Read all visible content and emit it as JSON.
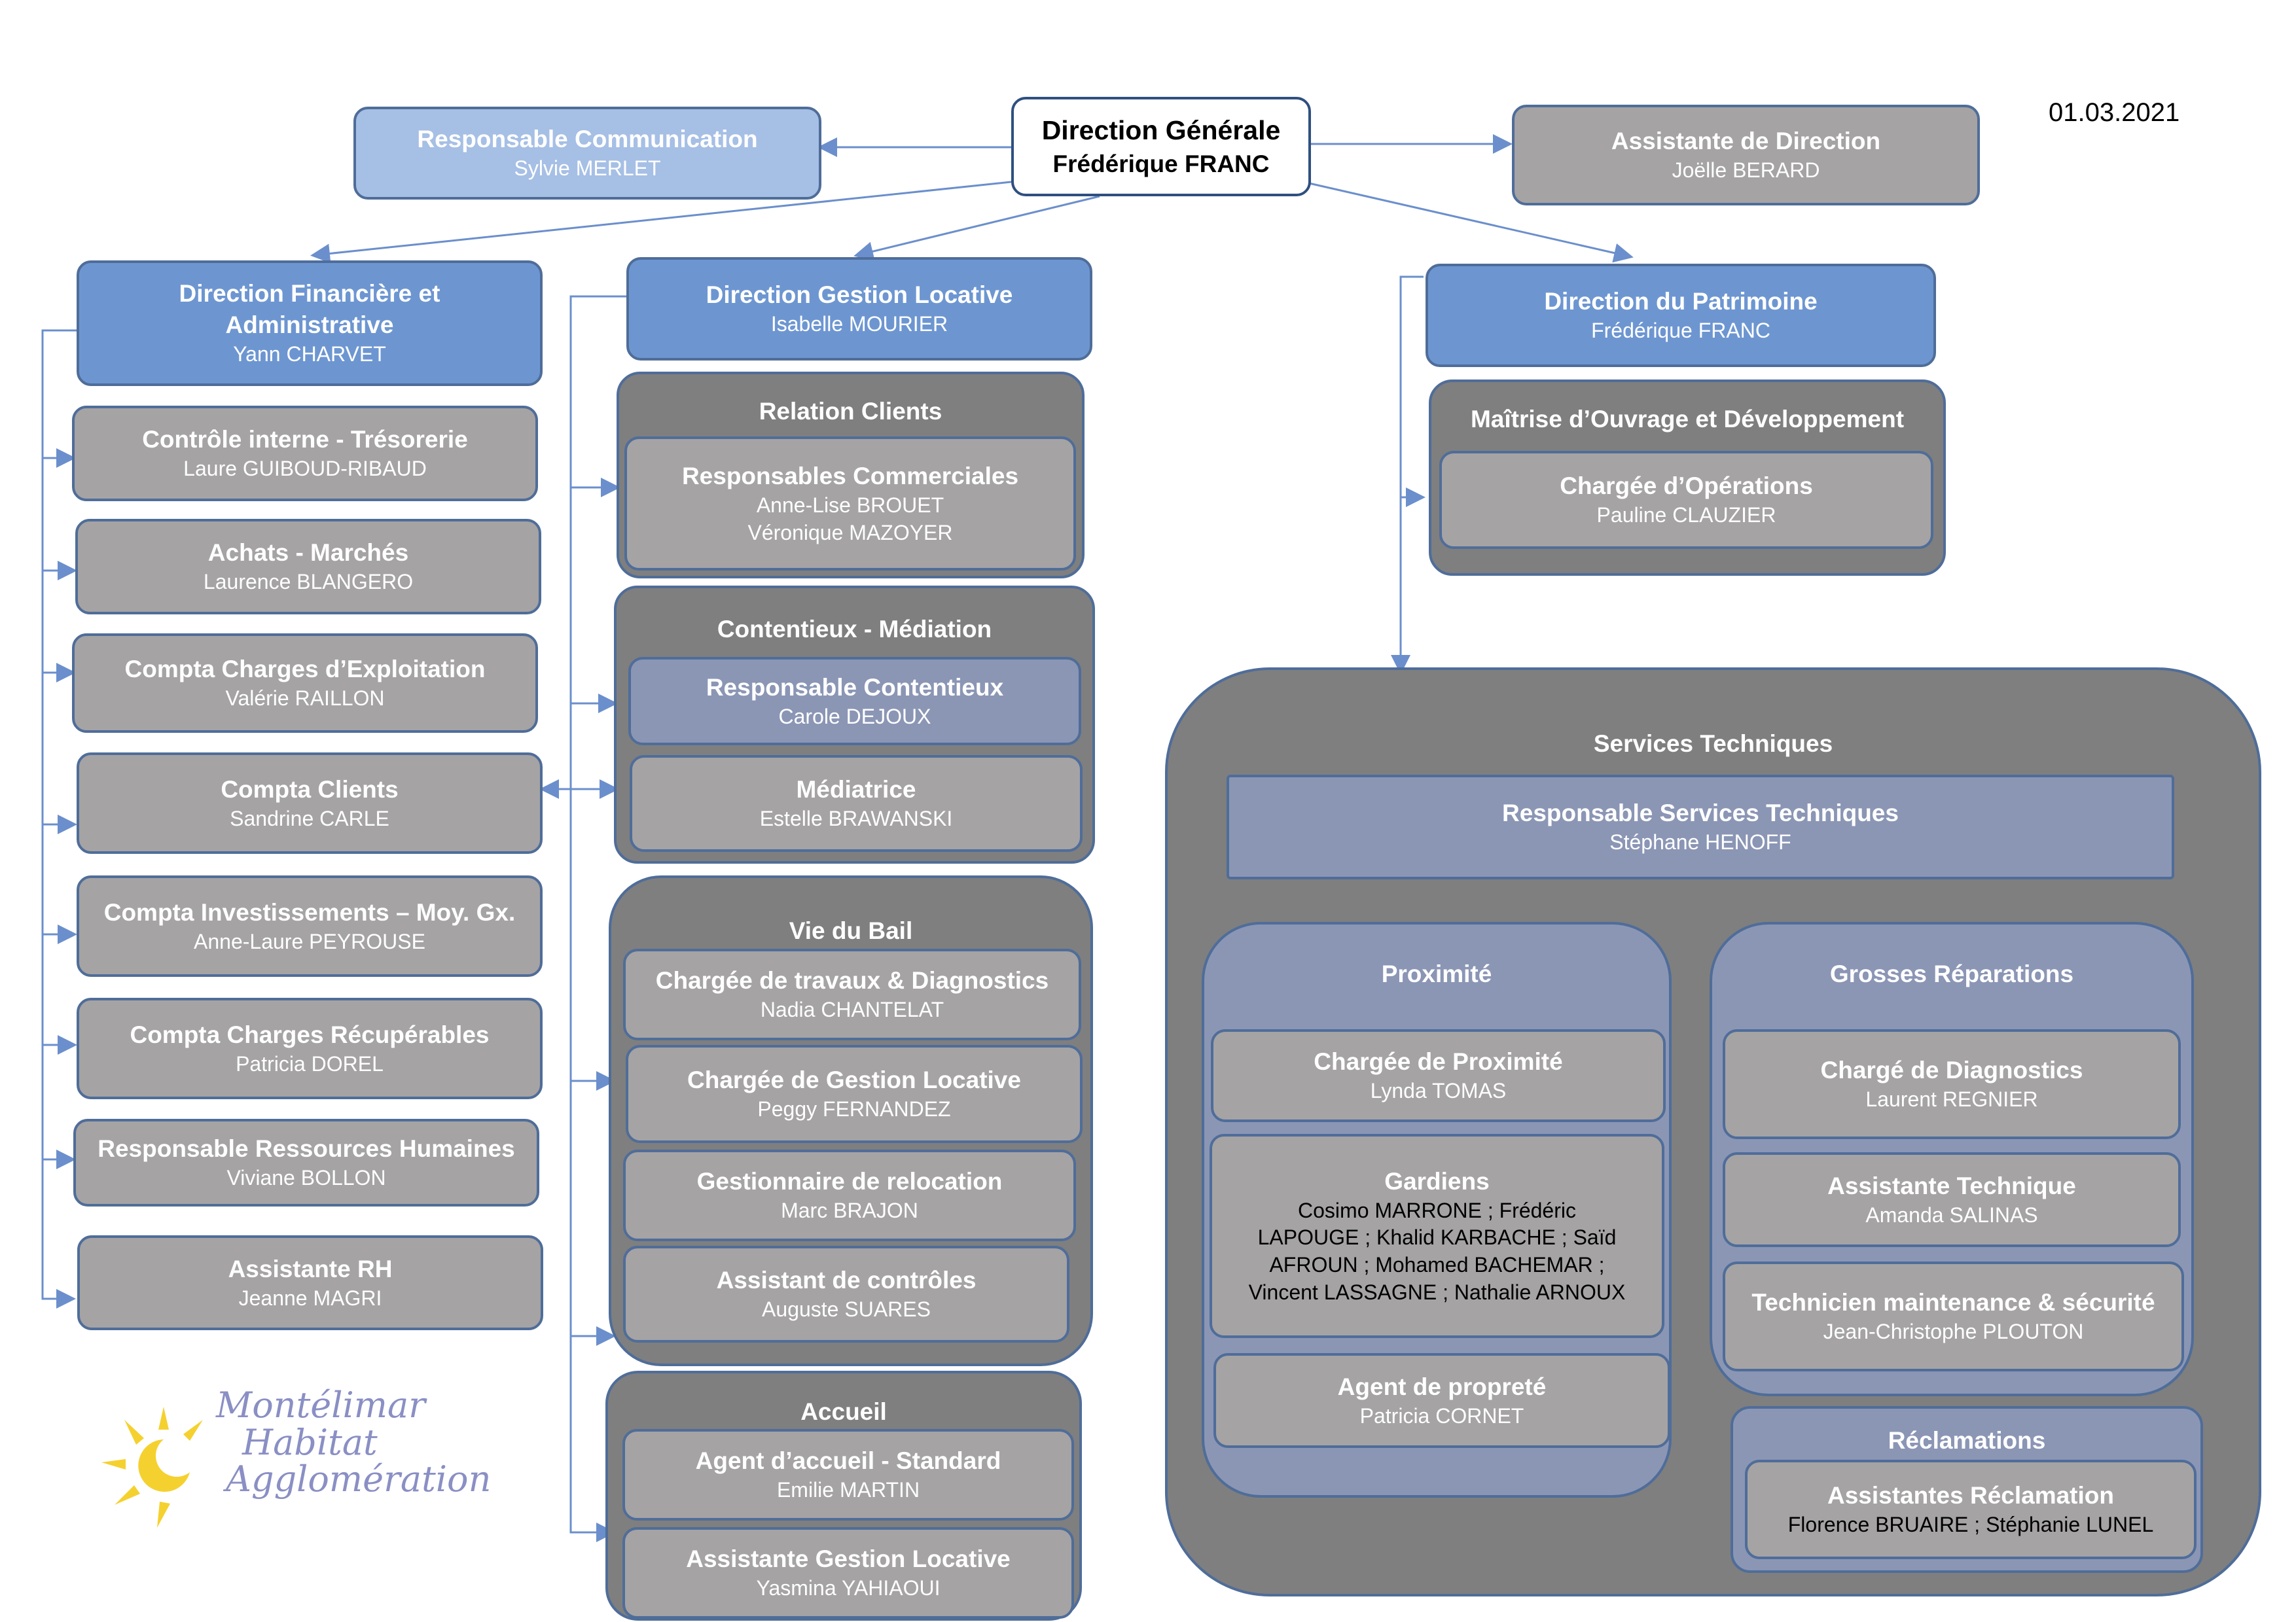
{
  "date": "01.03.2021",
  "direction_generale": {
    "title": "Direction Générale",
    "name": "Frédérique FRANC"
  },
  "communication": {
    "title": "Responsable Communication",
    "name": "Sylvie MERLET"
  },
  "assistante_direction": {
    "title": "Assistante de Direction",
    "name": "Joëlle BERARD"
  },
  "finance": {
    "title": "Direction Financière et Administrative",
    "name": "Yann CHARVET",
    "items": [
      {
        "title": "Contrôle interne - Trésorerie",
        "name": "Laure GUIBOUD-RIBAUD"
      },
      {
        "title": "Achats - Marchés",
        "name": "Laurence BLANGERO"
      },
      {
        "title": "Compta Charges d’Exploitation",
        "name": "Valérie RAILLON"
      },
      {
        "title": "Compta Clients",
        "name": "Sandrine CARLE"
      },
      {
        "title": "Compta Investissements – Moy. Gx.",
        "name": "Anne-Laure PEYROUSE"
      },
      {
        "title": "Compta Charges Récupérables",
        "name": "Patricia DOREL"
      },
      {
        "title": "Responsable Ressources Humaines",
        "name": "Viviane BOLLON"
      },
      {
        "title": "Assistante RH",
        "name": "Jeanne MAGRI"
      }
    ]
  },
  "gestion_locative": {
    "title": "Direction Gestion Locative",
    "name": "Isabelle MOURIER",
    "relation_clients": {
      "label": "Relation Clients",
      "items": [
        {
          "title": "Responsables Commerciales",
          "names": [
            "Anne-Lise BROUET",
            "Véronique MAZOYER"
          ]
        }
      ]
    },
    "contentieux": {
      "label": "Contentieux - Médiation",
      "items": [
        {
          "title": "Responsable Contentieux",
          "name": "Carole DEJOUX"
        },
        {
          "title": "Médiatrice",
          "name": "Estelle BRAWANSKI"
        }
      ]
    },
    "vie_du_bail": {
      "label": "Vie du Bail",
      "items": [
        {
          "title": "Chargée de travaux & Diagnostics",
          "name": "Nadia CHANTELAT"
        },
        {
          "title": "Chargée de Gestion Locative",
          "name": "Peggy FERNANDEZ"
        },
        {
          "title": "Gestionnaire de relocation",
          "name": "Marc BRAJON"
        },
        {
          "title": "Assistant de contrôles",
          "name": "Auguste SUARES"
        }
      ]
    },
    "accueil": {
      "label": "Accueil",
      "items": [
        {
          "title": "Agent d’accueil - Standard",
          "name": "Emilie MARTIN"
        },
        {
          "title": "Assistante Gestion Locative",
          "name": "Yasmina YAHIAOUI"
        }
      ]
    }
  },
  "patrimoine": {
    "title": "Direction du Patrimoine",
    "name": "Frédérique FRANC",
    "maitrise": {
      "label": "Maîtrise d’Ouvrage et Développement",
      "item": {
        "title": "Chargée d’Opérations",
        "name": "Pauline CLAUZIER"
      }
    },
    "services_techniques": {
      "label": "Services Techniques",
      "responsable": {
        "title": "Responsable Services Techniques",
        "name": "Stéphane HENOFF"
      },
      "proximite": {
        "label": "Proximité",
        "items": [
          {
            "title": "Chargée de Proximité",
            "name": "Lynda TOMAS"
          },
          {
            "title": "Gardiens",
            "names": [
              "Cosimo MARRONE ; Frédéric",
              "LAPOUGE ; Khalid KARBACHE ; Saïd",
              "AFROUN ; Mohamed BACHEMAR ;",
              "Vincent LASSAGNE ; Nathalie ARNOUX"
            ]
          },
          {
            "title": "Agent de propreté",
            "name": "Patricia CORNET"
          }
        ]
      },
      "grosses_reparations": {
        "label": "Grosses Réparations",
        "items": [
          {
            "title": "Chargé de Diagnostics",
            "name": "Laurent REGNIER"
          },
          {
            "title": "Assistante Technique",
            "name": "Amanda SALINAS"
          },
          {
            "title": "Technicien maintenance & sécurité",
            "name": "Jean-Christophe PLOUTON"
          }
        ]
      },
      "reclamations": {
        "label": "Réclamations",
        "item": {
          "title": "Assistantes Réclamation",
          "name": "Florence BRUAIRE ; Stéphanie LUNEL"
        }
      }
    }
  },
  "logo": {
    "lines": [
      "Montélimar",
      "Habitat",
      "Agglomération"
    ],
    "sun_color": "#f5d130",
    "text_color": "#8a8fc4"
  }
}
